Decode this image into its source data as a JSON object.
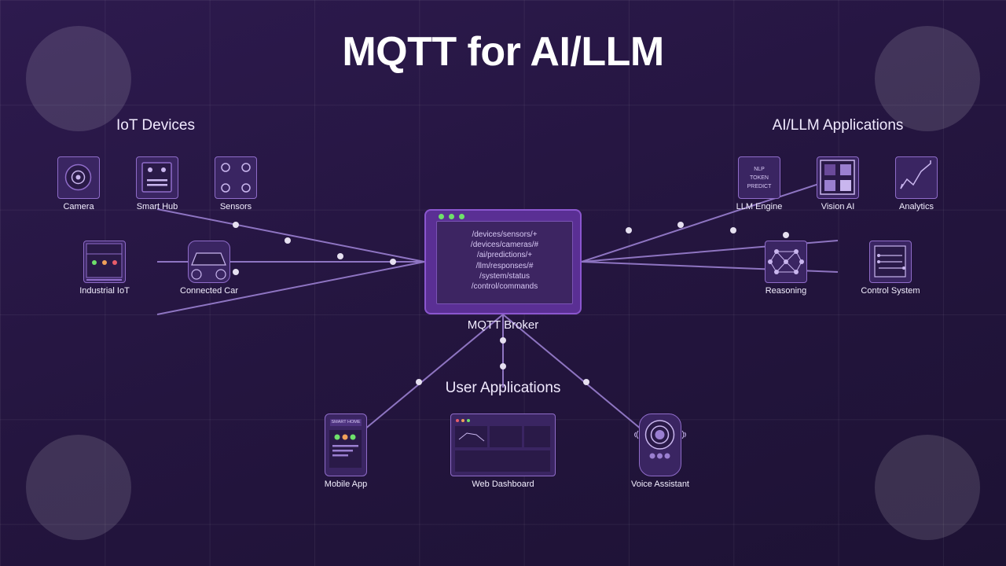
{
  "title": "MQTT for AI/LLM",
  "sections": {
    "iot": "IoT Devices",
    "ai": "AI/LLM Applications",
    "user": "User Applications"
  },
  "broker": {
    "label": "MQTT Broker",
    "topics": [
      "/devices/sensors/+",
      "/devices/cameras/#",
      "/ai/predictions/+",
      "/llm/responses/#",
      "/system/status",
      "/control/commands"
    ]
  },
  "iot_devices": {
    "camera": "Camera",
    "smart_hub": "Smart Hub",
    "sensors": "Sensors",
    "industrial_iot": "Industrial IoT",
    "connected_car": "Connected Car"
  },
  "ai_apps": {
    "llm_engine": "LLM Engine",
    "llm_engine_lines": [
      "NLP",
      "TOKEN",
      "PREDICT"
    ],
    "vision_ai": "Vision AI",
    "analytics": "Analytics",
    "reasoning": "Reasoning",
    "control_system": "Control System"
  },
  "user_apps": {
    "mobile_app": "Mobile App",
    "mobile_header": "SMART HOME",
    "web_dashboard": "Web Dashboard",
    "voice_assistant": "Voice Assistant"
  },
  "colors": {
    "background": "#2a1849",
    "node_fill": "#3a2562",
    "node_border": "#8f6cc9",
    "broker_fill": "#5a2f94",
    "link": "#9a7fd0",
    "status_green": "#6ee06b",
    "status_orange": "#f0a05a",
    "status_red": "#e85d6a"
  }
}
